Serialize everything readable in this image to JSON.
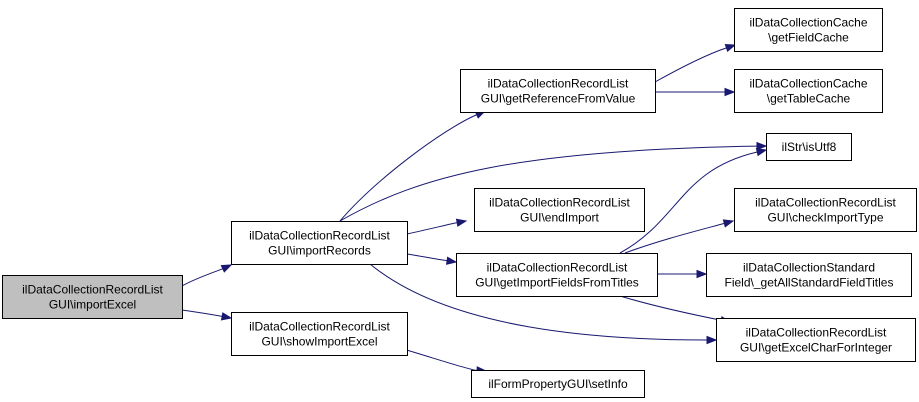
{
  "colors": {
    "edge": "#191970",
    "node_fill": "#ffffff",
    "node_highlight_fill": "#bfbfbf",
    "node_border": "#000000"
  },
  "nodes": [
    {
      "id": "importExcel",
      "lines": [
        "ilDataCollectionRecordList",
        "GUI\\importExcel"
      ],
      "highlight": true
    },
    {
      "id": "importRecords",
      "lines": [
        "ilDataCollectionRecordList",
        "GUI\\importRecords"
      ]
    },
    {
      "id": "showImportExcel",
      "lines": [
        "ilDataCollectionRecordList",
        "GUI\\showImportExcel"
      ]
    },
    {
      "id": "getReferenceFromValue",
      "lines": [
        "ilDataCollectionRecordList",
        "GUI\\getReferenceFromValue"
      ]
    },
    {
      "id": "endImport",
      "lines": [
        "ilDataCollectionRecordList",
        "GUI\\endImport"
      ]
    },
    {
      "id": "getImportFieldsFromTitles",
      "lines": [
        "ilDataCollectionRecordList",
        "GUI\\getImportFieldsFromTitles"
      ]
    },
    {
      "id": "setInfo",
      "lines": [
        "ilFormPropertyGUI\\setInfo"
      ]
    },
    {
      "id": "getFieldCache",
      "lines": [
        "ilDataCollectionCache",
        "\\getFieldCache"
      ]
    },
    {
      "id": "getTableCache",
      "lines": [
        "ilDataCollectionCache",
        "\\getTableCache"
      ]
    },
    {
      "id": "isUtf8",
      "lines": [
        "ilStr\\isUtf8"
      ]
    },
    {
      "id": "checkImportType",
      "lines": [
        "ilDataCollectionRecordList",
        "GUI\\checkImportType"
      ]
    },
    {
      "id": "getAllStandardFieldTitles",
      "lines": [
        "ilDataCollectionStandard",
        "Field\\_getAllStandardFieldTitles"
      ]
    },
    {
      "id": "getExcelCharForInteger",
      "lines": [
        "ilDataCollectionRecordList",
        "GUI\\getExcelCharForInteger"
      ]
    }
  ],
  "edges": [
    {
      "from": "importExcel",
      "to": "importRecords"
    },
    {
      "from": "importExcel",
      "to": "showImportExcel"
    },
    {
      "from": "importRecords",
      "to": "getReferenceFromValue"
    },
    {
      "from": "importRecords",
      "to": "isUtf8"
    },
    {
      "from": "importRecords",
      "to": "endImport"
    },
    {
      "from": "importRecords",
      "to": "getImportFieldsFromTitles"
    },
    {
      "from": "importRecords",
      "to": "getExcelCharForInteger"
    },
    {
      "from": "showImportExcel",
      "to": "setInfo"
    },
    {
      "from": "getReferenceFromValue",
      "to": "getFieldCache"
    },
    {
      "from": "getReferenceFromValue",
      "to": "getTableCache"
    },
    {
      "from": "getImportFieldsFromTitles",
      "to": "isUtf8"
    },
    {
      "from": "getImportFieldsFromTitles",
      "to": "checkImportType"
    },
    {
      "from": "getImportFieldsFromTitles",
      "to": "getAllStandardFieldTitles"
    },
    {
      "from": "getImportFieldsFromTitles",
      "to": "getExcelCharForInteger"
    }
  ]
}
